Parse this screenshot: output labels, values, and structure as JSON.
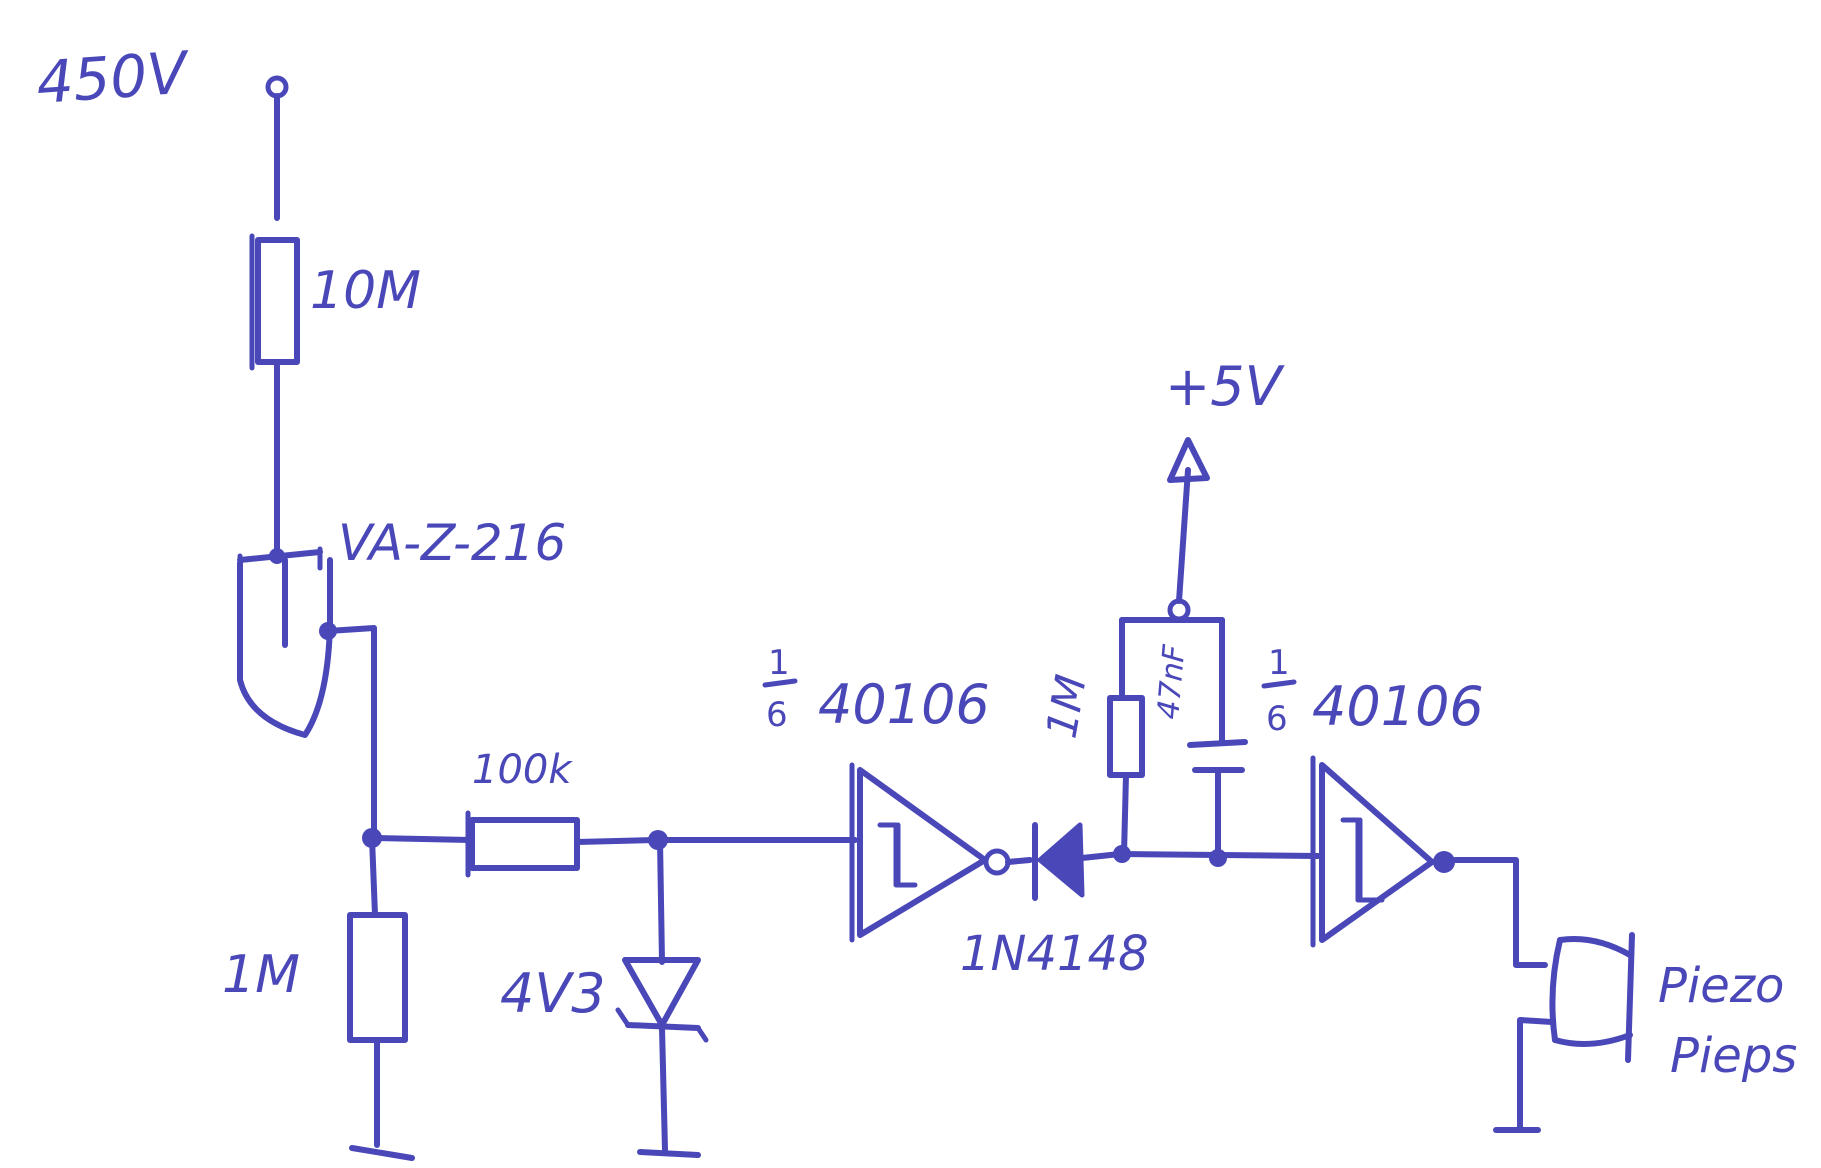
{
  "diagram": {
    "ink_color": "#4a48b8",
    "labels": {
      "supply_high": "450V",
      "r_top": "10M",
      "sensor": "VA-Z-216",
      "r_series": "100k",
      "r_bottom": "1M",
      "zener": "4V3",
      "gate1_fraction_num": "1",
      "gate1_fraction_den": "6",
      "gate1_part": "40106",
      "diode": "1N4148",
      "r_pullup": "1M",
      "capacitor": "47nF",
      "supply_low": "+5V",
      "gate2_fraction_num": "1",
      "gate2_fraction_den": "6",
      "gate2_part": "40106",
      "buzzer_line1": "Piezo",
      "buzzer_line2": "Pieps"
    }
  }
}
